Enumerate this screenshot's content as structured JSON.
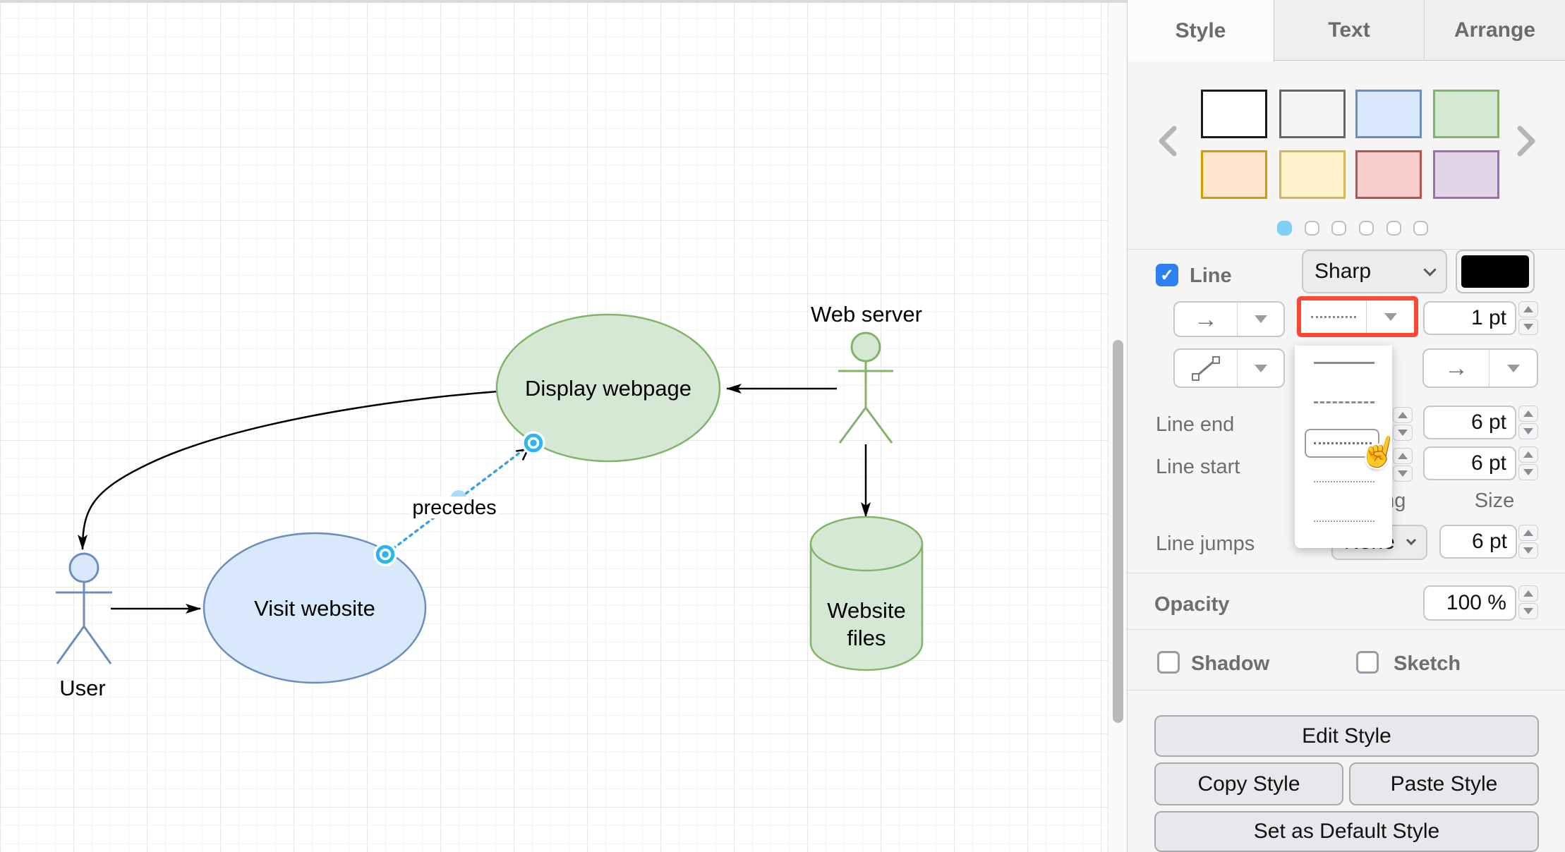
{
  "canvas": {
    "nodes": {
      "user": {
        "label": "User",
        "fill": "#dae8fc",
        "stroke": "#6c8ebf"
      },
      "web_server": {
        "label": "Web server",
        "fill": "#d5e8d4",
        "stroke": "#82b366"
      },
      "visit_website": {
        "label": "Visit website",
        "fill": "#dae8fc",
        "stroke": "#6c8ebf"
      },
      "display_webpage": {
        "label": "Display webpage",
        "fill": "#d5e8d4",
        "stroke": "#82b366"
      },
      "website_files": {
        "line1": "Website",
        "line2": "files",
        "fill": "#d5e8d4",
        "stroke": "#82b366"
      }
    },
    "edge_label": "precedes",
    "selection_color": "#29b6f2"
  },
  "panel": {
    "tabs": {
      "style": "Style",
      "text": "Text",
      "arrange": "Arrange",
      "active": "Style"
    },
    "swatches": [
      {
        "name": "white",
        "css": "background:#ffffff;border-color:#1a1a1a"
      },
      {
        "name": "gray",
        "css": "background:#f5f5f5;border-color:#666666"
      },
      {
        "name": "blue",
        "css": "background:#dae8fc;border-color:#6c8ebf"
      },
      {
        "name": "green",
        "css": "background:#d5e8d4;border-color:#82b366"
      },
      {
        "name": "orange",
        "css": "background:#ffe6cc;border-color:#d79b00"
      },
      {
        "name": "yellow",
        "css": "background:#fff2cc;border-color:#d6b656"
      },
      {
        "name": "red",
        "css": "background:#f8cecc;border-color:#b85450"
      },
      {
        "name": "purple",
        "css": "background:#e1d5e7;border-color:#9673a6"
      }
    ],
    "pager": {
      "page_count": 6,
      "active_page": 1
    },
    "line": {
      "label": "Line",
      "checked": true,
      "type_value": "Sharp",
      "color": "#000000",
      "width_value": "1 pt"
    },
    "line_style_menu": {
      "options": [
        "solid",
        "dashed",
        "dotted",
        "dotted-fine",
        "dotted-fine"
      ],
      "selected_index": 2
    },
    "rows": {
      "line_end": {
        "label": "Line end",
        "size_value": "6 pt"
      },
      "line_start": {
        "label": "Line start",
        "size_value": "6 pt"
      },
      "columns": {
        "spacing": "Spacing",
        "size": "Size"
      },
      "line_jumps": {
        "label": "Line jumps",
        "value": "None",
        "size_value": "6 pt"
      }
    },
    "opacity": {
      "label": "Opacity",
      "value": "100 %"
    },
    "effects": {
      "shadow": "Shadow",
      "sketch": "Sketch"
    },
    "buttons": {
      "edit": "Edit Style",
      "copy": "Copy Style",
      "paste": "Paste Style",
      "set_default": "Set as Default Style"
    }
  }
}
